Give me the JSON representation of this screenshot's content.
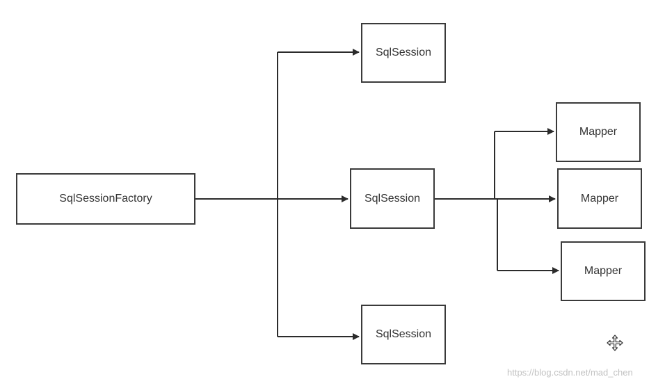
{
  "diagram": {
    "factory": {
      "label": "SqlSessionFactory"
    },
    "sessions": [
      {
        "label": "SqlSession"
      },
      {
        "label": "SqlSession"
      },
      {
        "label": "SqlSession"
      }
    ],
    "mappers": [
      {
        "label": "Mapper"
      },
      {
        "label": "Mapper"
      },
      {
        "label": "Mapper"
      }
    ]
  },
  "watermark": {
    "text": "https://blog.csdn.net/mad_chen"
  },
  "icons": {
    "cursor": "move-cursor-icon"
  },
  "colors": {
    "line": "#2b2b2b",
    "border": "#3a3a3a",
    "watermark": "#c2c2c2"
  }
}
